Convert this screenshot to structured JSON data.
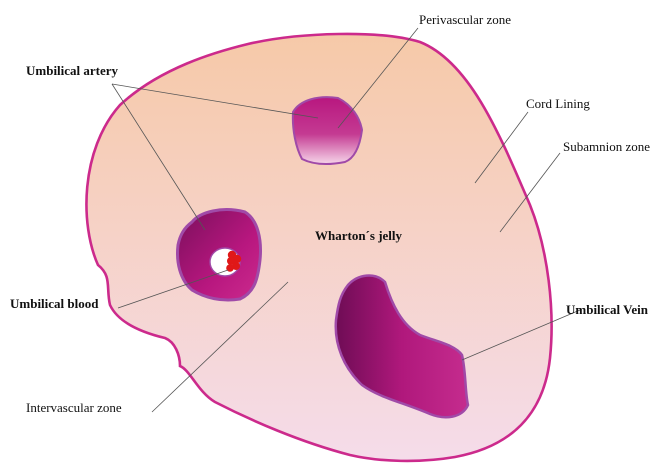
{
  "labels": {
    "perivascular": "Perivascular zone",
    "umbilical_artery": "Umbilical artery",
    "cord_lining": "Cord Lining",
    "subamnion": "Subamnion zone",
    "whartons_jelly": "Wharton´s jelly",
    "umbilical_blood": "Umbilical blood",
    "umbilical_vein": "Umbilical Vein",
    "intervascular": "Intervascular zone"
  },
  "colors": {
    "cord_outline": "#cc2a8c",
    "jelly_top": "#f6c9a8",
    "jelly_bottom": "#f5dcea",
    "vessel_dark": "#7a0f5c",
    "vessel_mid": "#b8177f",
    "vessel_light": "#ee9ad0",
    "vessel_outline": "#a04aa8",
    "blood": "#e01818"
  }
}
